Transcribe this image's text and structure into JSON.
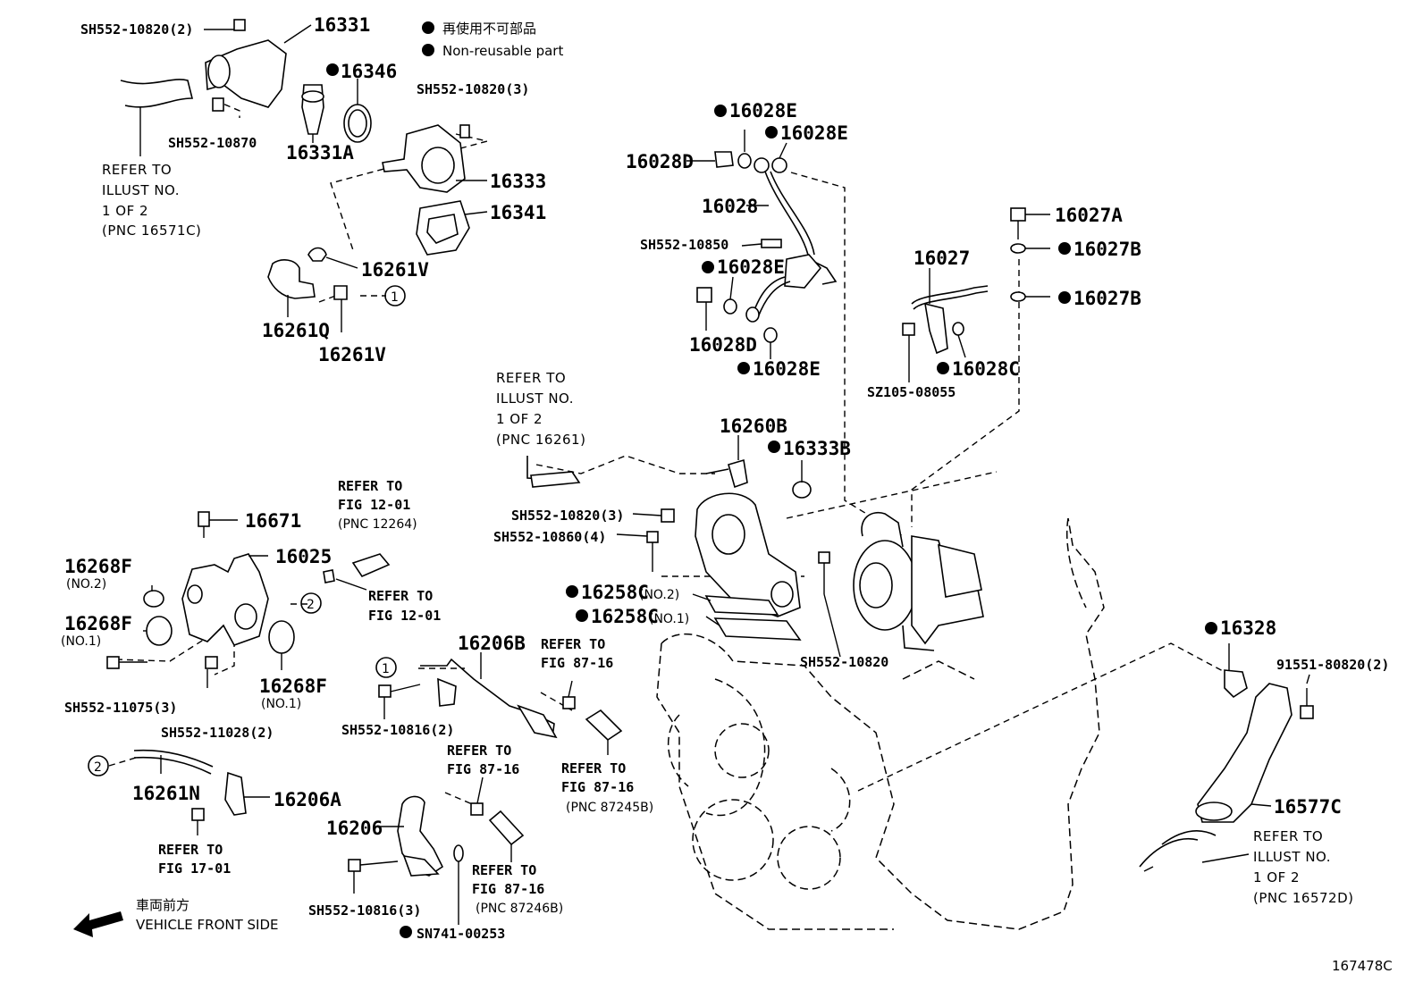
{
  "legend": {
    "jp": "再使用不可部品",
    "en": "Non-reusable part"
  },
  "figure_id": "167478C",
  "direction": {
    "jp": "車両前方",
    "en": "VEHICLE FRONT SIDE"
  },
  "circle_refs": [
    "1",
    "2"
  ],
  "parts": {
    "p16331": "16331",
    "p16346": "16346",
    "p16331A": "16331A",
    "p16333": "16333",
    "p16341": "16341",
    "p16261V_a": "16261V",
    "p16261Q": "16261Q",
    "p16261V_b": "16261V",
    "p16028E_a": "16028E",
    "p16028E_b": "16028E",
    "p16028D_a": "16028D",
    "p16028": "16028",
    "p16028E_c": "16028E",
    "p16028D_b": "16028D",
    "p16028E_d": "16028E",
    "p16027A": "16027A",
    "p16027B_a": "16027B",
    "p16027": "16027",
    "p16027B_b": "16027B",
    "p16028C": "16028C",
    "p16260B": "16260B",
    "p16333B": "16333B",
    "p16671": "16671",
    "p16025": "16025",
    "p16268F_a": "16268F",
    "p16268F_b": "16268F",
    "p16268F_c": "16268F",
    "p16258C_a": "16258C",
    "p16258C_b": "16258C",
    "p16206B": "16206B",
    "p16261N": "16261N",
    "p16206A": "16206A",
    "p16206": "16206",
    "p16328": "16328",
    "p16577C": "16577C"
  },
  "codes": {
    "c1": "SH552-10820(2)",
    "c2": "SH552-10870",
    "c3": "SH552-10820(3)",
    "c4": "SH552-10850",
    "c5": "SZ105-08055",
    "c6": "SH552-10820(3)",
    "c7": "SH552-10860(4)",
    "c8": "SH552-10820",
    "c9": "SH552-11075(3)",
    "c10": "SH552-11028(2)",
    "c11": "SH552-10816(2)",
    "c12": "SH552-10816(3)",
    "c13": "SN741-00253",
    "c14": "91551-80820(2)"
  },
  "sub": {
    "no2_a": "(NO.2)",
    "no1_a": "(NO.1)",
    "no1_b": "(NO.1)",
    "no2_b": "(NO.2)",
    "no1_c": "(NO.1)"
  },
  "refs": {
    "r1": [
      "REFER TO",
      "ILLUST NO.",
      "1 OF 2",
      "(PNC 16571C)"
    ],
    "r2": [
      "REFER TO",
      "ILLUST NO.",
      "1 OF 2",
      "(PNC 16261)"
    ],
    "r3": [
      "REFER TO",
      "FIG 12-01",
      "(PNC 12264)"
    ],
    "r4": [
      "REFER TO",
      "FIG 12-01"
    ],
    "r5": [
      "REFER TO",
      "FIG 87-16"
    ],
    "r6": [
      "REFER TO",
      "FIG 87-16"
    ],
    "r7": [
      "REFER TO",
      "FIG 87-16",
      "(PNC 87245B)"
    ],
    "r8": [
      "REFER TO",
      "FIG 17-01"
    ],
    "r9": [
      "REFER TO",
      "FIG 87-16",
      "(PNC 87246B)"
    ],
    "r10": [
      "REFER TO",
      "ILLUST NO.",
      "1 OF 2",
      "(PNC 16572D)"
    ]
  }
}
